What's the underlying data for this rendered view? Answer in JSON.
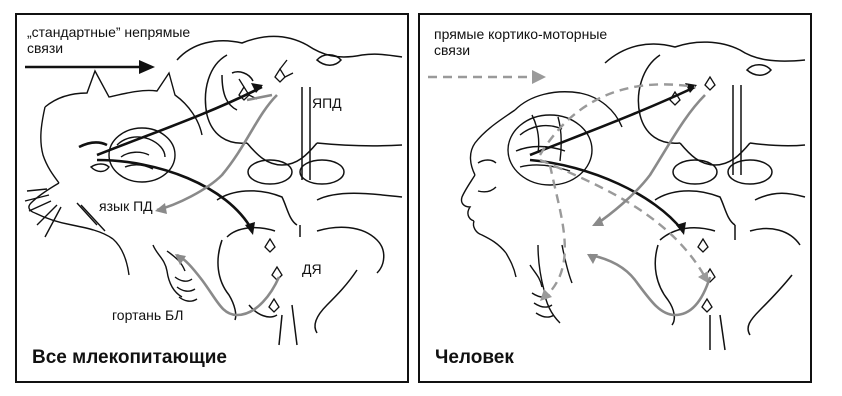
{
  "left_panel": {
    "title": "Все млекопитающие",
    "arrow_legend": "„стандартные” непрямые\nсвязи",
    "labels": {
      "ypd": "ЯПД",
      "tongue": "язык ПД",
      "dya": "ДЯ",
      "larynx": "гортань БЛ"
    }
  },
  "right_panel": {
    "title": "Человек",
    "arrow_legend": "прямые кортико-моторные\nсвязи"
  },
  "colors": {
    "line": "#111111",
    "grey_path": "#8a8a8a",
    "dashed": "#9a9a9a"
  }
}
